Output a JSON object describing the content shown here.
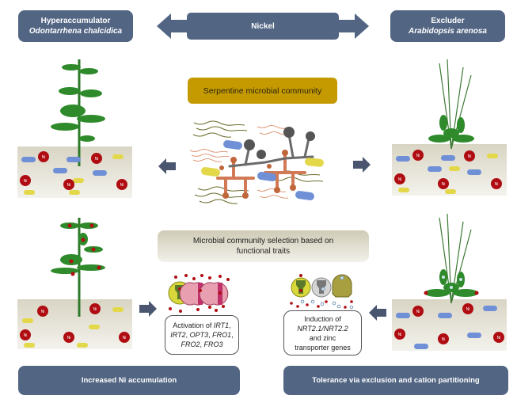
{
  "header": {
    "left": {
      "label": "Hyperaccumulator",
      "species": "Odontarrhena chalcidica"
    },
    "center": {
      "label": "Nickel"
    },
    "right": {
      "label": "Excluder",
      "species": "Arabidopsis arenosa"
    }
  },
  "middle": {
    "community_label": "Serpentine microbial community",
    "selection_label": "Microbial community selection based on functional traits"
  },
  "left_genes": {
    "prefix": "Activation of ",
    "genes": [
      "IRT1",
      "IRT2",
      "OPT3",
      "FRO1",
      "FRO2",
      "FRO3"
    ]
  },
  "right_genes": {
    "line1": "Induction of",
    "genes": "NRT2.1/NRT2.2",
    "line3": "and zinc",
    "line4": "transporter genes"
  },
  "footer": {
    "left": "Increased Ni accumulation",
    "right": "Tolerance via exclusion and cation partitioning"
  },
  "ni_label": "Ni",
  "colors": {
    "navy": "#526583",
    "gold": "#c49a00",
    "ni_red": "#b00d12",
    "blue_bacteria": "#6f8fd6",
    "yellow_bacteria": "#e3d84a",
    "plant_green": "#2e8a2a",
    "soil": "#e7e4d8"
  }
}
